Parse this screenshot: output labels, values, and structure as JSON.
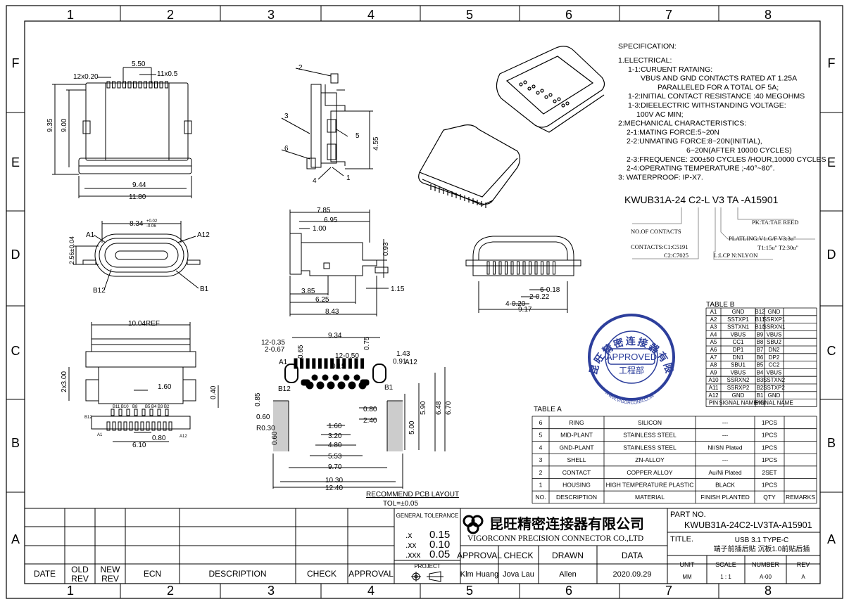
{
  "border": {
    "columns": [
      "1",
      "2",
      "3",
      "4",
      "5",
      "6",
      "7",
      "8"
    ],
    "rows": [
      "F",
      "E",
      "D",
      "C",
      "B",
      "A"
    ]
  },
  "specification": {
    "title": "SPECIFICATION:",
    "lines": [
      "1.ELECTRICAL:",
      "1-1:CURUENT RATAING:",
      "VBUS AND GND CONTACTS RATED AT 1.25A",
      "PARALLELED FOR A TOTAL OF 5A;",
      "1-2:INITIAL CONTACT RESISTANCE :40 MEGOHMS",
      "1-3:DIEELECTRIC WITHSTANDING VOLTAGE:",
      "100V AC MIN;",
      "2:MECHANICAL CHARACTERISTICS:",
      "2-1:MATING FORCE:5~20N",
      "2-2:UNMATING FORCE:8~20N(INITIAL),",
      "6~20N(AFTER 10000 CYCLES)",
      "2-3:FREQUENCE: 200±50 CYCLES /HOUR,10000 CYCLES",
      "2-4:OPERATING TEMPERATURE ;-40°~80°.",
      "3: WATERPROOF: IP-X7."
    ]
  },
  "part_code": {
    "code": "KWUB31A-24 C2-L V3 TA -A15901",
    "no_of_contacts": "NO.OF CONTACTS",
    "contacts1": "CONTACTS:C1:C5191",
    "contacts2": "C2:C7025",
    "lcp": "L:LCP N:NLYON",
    "plating1": "PLATLING:V1:G/F V3:3u\"",
    "plating2": "T1:15u\" T2:30u\"",
    "pk": "PK:TA:TAE REED"
  },
  "dimensions": {
    "top_view": [
      "12x0.20",
      "5.50",
      "11x0.5",
      "9.35",
      "9.00",
      "9.44",
      "11.80"
    ],
    "side_view": [
      "2",
      "3",
      "5",
      "6",
      "4",
      "1",
      "4.55"
    ],
    "front_view": [
      "A1",
      "8.34",
      "+0.02",
      "-0.06",
      "A12",
      "2.56±0.04",
      "B12",
      "B1"
    ],
    "side2": [
      "7.85",
      "6.95",
      "1.00",
      "0.93",
      "1.15",
      "3.85",
      "6.25",
      "8.43"
    ],
    "front2": [
      "6-0.18",
      "2-0.22",
      "4-0.20",
      "9.17"
    ],
    "bottom_view": [
      "10.04REF",
      "2x3.00",
      "1.60",
      "0.40",
      "B11 B10",
      "B8",
      "B5 B4 B3 B2",
      "B12",
      "A1",
      "A12",
      "0.80",
      "6.10"
    ],
    "pcb": [
      "9.34",
      "12-0.35",
      "2-0.67",
      "12-0.50",
      "0.75",
      "1.43",
      "0.91",
      "0.15",
      "A1",
      "A12",
      "B12",
      "B1",
      "0.85",
      "0.65",
      "0.60",
      "R0.30",
      "0.60",
      "0.80",
      "2.40",
      "1.60",
      "3.20",
      "4.80",
      "5.53",
      "9.70",
      "10.30",
      "12.40",
      "5.00",
      "5.90",
      "6.48",
      "6.70"
    ],
    "pcb_title": "RECOMMEND PCB LAYOUT",
    "tol": "TOL=±0.05"
  },
  "table_b": {
    "title": "TABLE B",
    "rows": [
      [
        "A1",
        "GND",
        "B12",
        "GND"
      ],
      [
        "A2",
        "SSTXP1",
        "B11",
        "SSRXP1"
      ],
      [
        "A3",
        "SSTXN1",
        "B10",
        "SSRXN1"
      ],
      [
        "A4",
        "VBUS",
        "B9",
        "VBUS"
      ],
      [
        "A5",
        "CC1",
        "B8",
        "SBU2"
      ],
      [
        "A6",
        "DP1",
        "B7",
        "DN2"
      ],
      [
        "A7",
        "DN1",
        "B6",
        "DP2"
      ],
      [
        "A8",
        "SBU1",
        "B5",
        "CC2"
      ],
      [
        "A9",
        "VBUS",
        "B4",
        "VBUS"
      ],
      [
        "A10",
        "SSRXN2",
        "B3",
        "SSTXN2"
      ],
      [
        "A11",
        "SSRXP2",
        "B2",
        "SSTXP2"
      ],
      [
        "A12",
        "GND",
        "B1",
        "GND"
      ],
      [
        "PIN",
        "SIGNAL NAME",
        "PIN",
        "SIGNAL NAME"
      ]
    ]
  },
  "table_a": {
    "title": "TABLE A",
    "rows": [
      [
        "6",
        "RING",
        "SILICON",
        "---",
        "1PCS",
        ""
      ],
      [
        "5",
        "MID-PLANT",
        "STAINLESS STEEL",
        "---",
        "1PCS",
        ""
      ],
      [
        "4",
        "GND-PLANT",
        "STAINLESS STEEL",
        "NI/SN Plated",
        "1PCS",
        ""
      ],
      [
        "3",
        "SHELL",
        "ZN-ALLOY",
        "---",
        "1PCS",
        ""
      ],
      [
        "2",
        "CONTACT",
        "COPPER ALLOY",
        "Au/Ni Plated",
        "2SET",
        ""
      ],
      [
        "1",
        "HOUSING",
        "HIGH TEMPERATURE PLASTIC",
        "BLACK",
        "1PCS",
        ""
      ],
      [
        "NO.",
        "DESCRIPTION",
        "MATERIAL",
        "FINISH PLANTED",
        "QTY",
        "REMARKS"
      ]
    ]
  },
  "stamp": {
    "center": "APPROVED",
    "dept": "工程部",
    "ring": "昆旺精密连接器有限公司",
    "url": "WWW.VIGORCONN.COM"
  },
  "title_block": {
    "revision_headers": [
      "DATE",
      "OLD REV",
      "NEW REV",
      "ECN",
      "DESCRIPTION",
      "CHECK",
      "APPROVAL"
    ],
    "general_tolerance": "GENERAL TOLERANCE",
    "tol_rows": [
      [
        ".x",
        "0.15"
      ],
      [
        ".xx",
        "0.10"
      ],
      [
        ".xxx",
        "0.05"
      ]
    ],
    "project": "PROJECT",
    "company_cn": "昆旺精密连接器有限公司",
    "company_en": "VIGORCONN PRECISION CONNECTOR CO.,LTD",
    "approval_headers": [
      "APPROVAL",
      "CHECK",
      "DRAWN",
      "DATA"
    ],
    "approval_values": [
      "Klm Huang",
      "Jova Lau",
      "Allen",
      "2020.09.29"
    ],
    "part_no_label": "PART NO.",
    "part_no": "KWUB31A-24C2-LV3TA-A15901",
    "title_label": "TITLE.",
    "title1": "USB 3.1 TYPE-C",
    "title2": "端子前插后贴 沉板1.0前贴后插",
    "unit_headers": [
      "UNIT",
      "SCALE",
      "NUMBER",
      "REV"
    ],
    "unit_values": [
      "MM",
      "1 : 1",
      "A-00",
      "A"
    ]
  }
}
